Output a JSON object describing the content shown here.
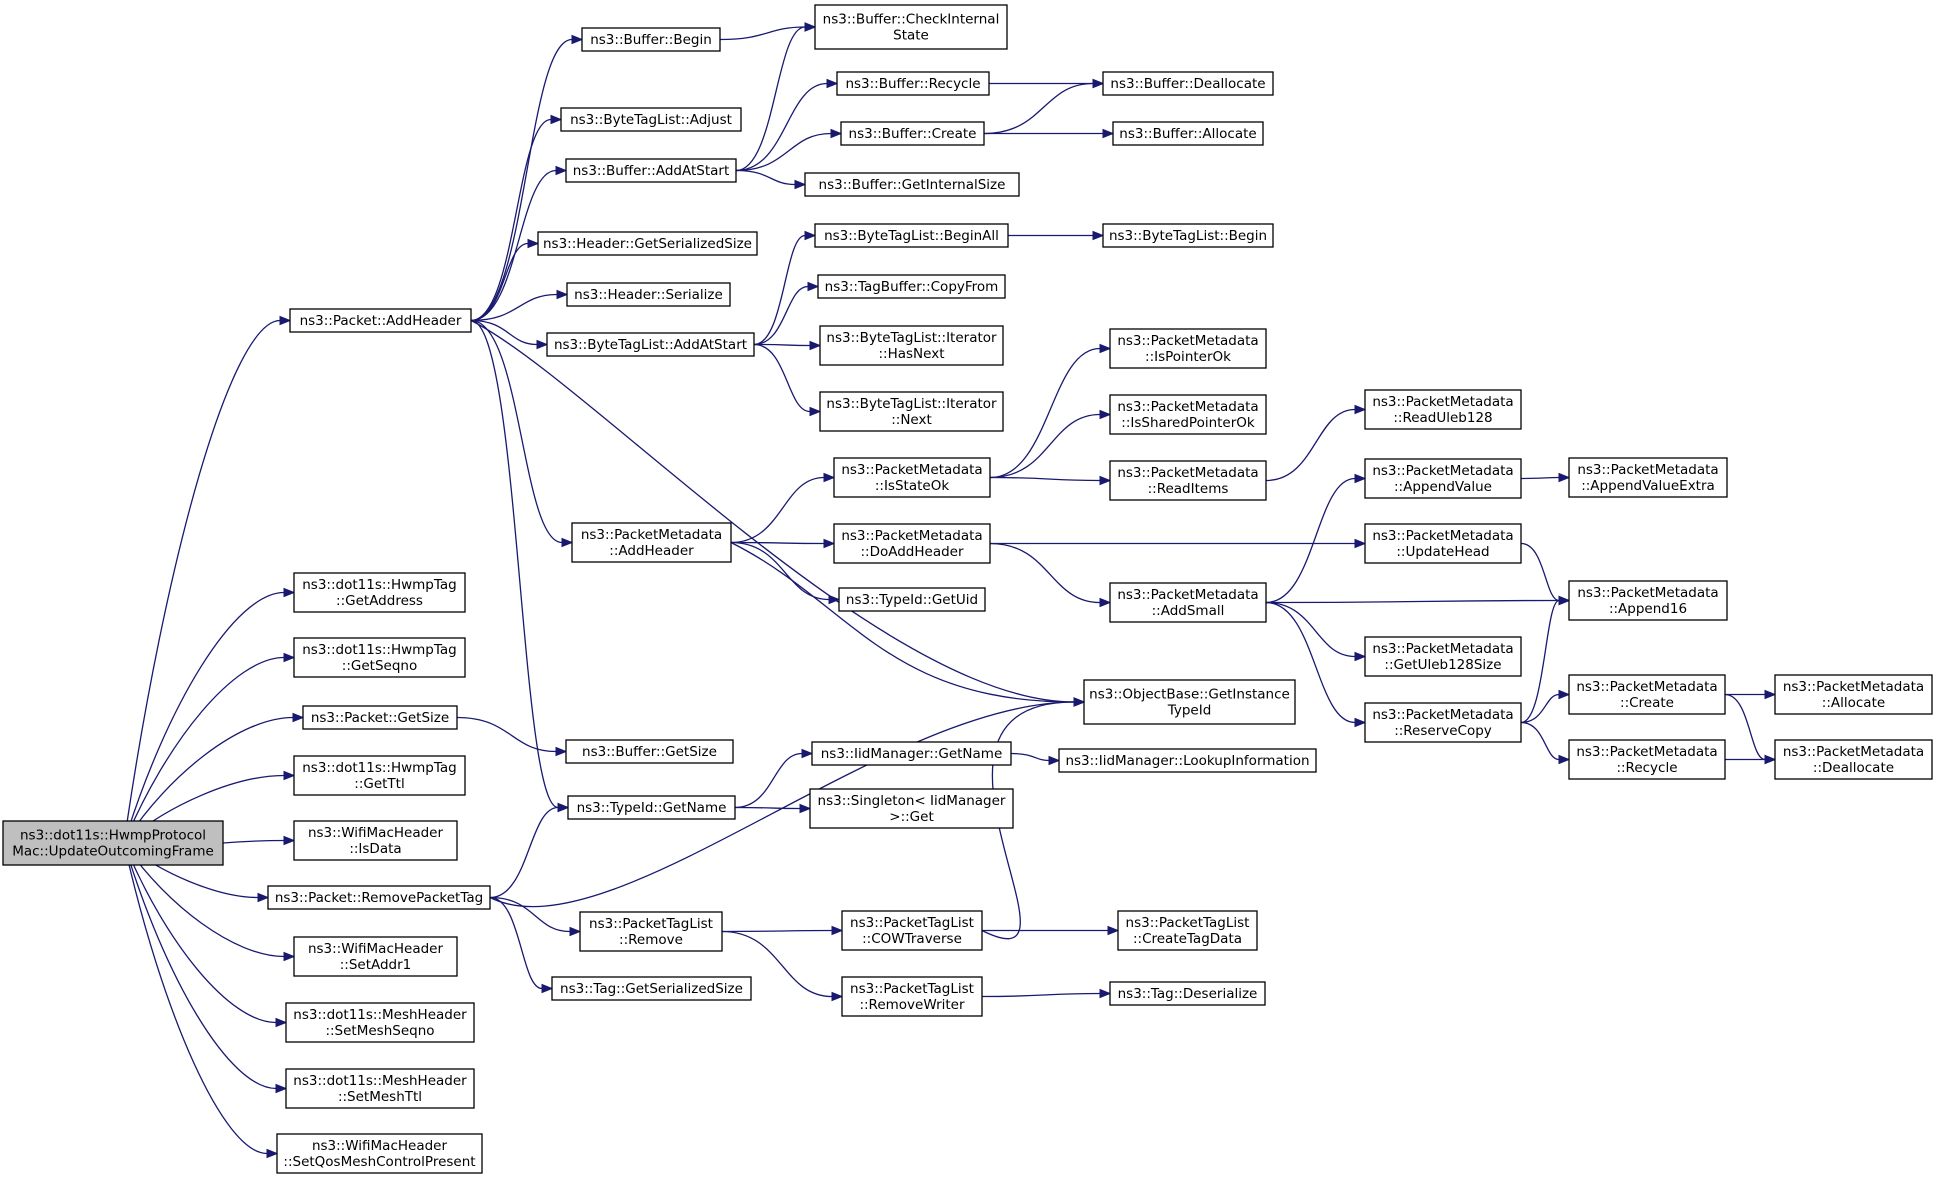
{
  "graph": {
    "root": "n0",
    "nodes": [
      {
        "id": "n0",
        "lines": [
          "ns3::dot11s::HwmpProtocol",
          "Mac::UpdateOutcomingFrame"
        ],
        "kind": "root"
      },
      {
        "id": "n1",
        "lines": [
          "ns3::Packet::AddHeader"
        ]
      },
      {
        "id": "n2",
        "lines": [
          "ns3::dot11s::HwmpTag",
          "::GetAddress"
        ]
      },
      {
        "id": "n3",
        "lines": [
          "ns3::dot11s::HwmpTag",
          "::GetSeqno"
        ]
      },
      {
        "id": "n4",
        "lines": [
          "ns3::Packet::GetSize"
        ]
      },
      {
        "id": "n5",
        "lines": [
          "ns3::dot11s::HwmpTag",
          "::GetTtl"
        ]
      },
      {
        "id": "n6",
        "lines": [
          "ns3::WifiMacHeader",
          "::IsData"
        ]
      },
      {
        "id": "n7",
        "lines": [
          "ns3::Packet::RemovePacketTag"
        ]
      },
      {
        "id": "n8",
        "lines": [
          "ns3::WifiMacHeader",
          "::SetAddr1"
        ]
      },
      {
        "id": "n9",
        "lines": [
          "ns3::dot11s::MeshHeader",
          "::SetMeshSeqno"
        ]
      },
      {
        "id": "n10",
        "lines": [
          "ns3::dot11s::MeshHeader",
          "::SetMeshTtl"
        ]
      },
      {
        "id": "n11",
        "lines": [
          "ns3::WifiMacHeader",
          "::SetQosMeshControlPresent"
        ]
      },
      {
        "id": "n12",
        "lines": [
          "ns3::Buffer::Begin"
        ]
      },
      {
        "id": "n13",
        "lines": [
          "ns3::ByteTagList::Adjust"
        ]
      },
      {
        "id": "n14",
        "lines": [
          "ns3::Buffer::AddAtStart"
        ]
      },
      {
        "id": "n15",
        "lines": [
          "ns3::Header::GetSerializedSize"
        ]
      },
      {
        "id": "n16",
        "lines": [
          "ns3::Header::Serialize"
        ]
      },
      {
        "id": "n17",
        "lines": [
          "ns3::ByteTagList::AddAtStart"
        ]
      },
      {
        "id": "n18",
        "lines": [
          "ns3::PacketMetadata",
          "::AddHeader"
        ]
      },
      {
        "id": "n19",
        "lines": [
          "ns3::Buffer::GetSize"
        ]
      },
      {
        "id": "n20",
        "lines": [
          "ns3::TypeId::GetName"
        ]
      },
      {
        "id": "n21",
        "lines": [
          "ns3::Tag::GetSerializedSize"
        ]
      },
      {
        "id": "n22",
        "lines": [
          "ns3::PacketTagList",
          "::Remove"
        ]
      },
      {
        "id": "n23",
        "lines": [
          "ns3::Buffer::CheckInternal",
          "State"
        ]
      },
      {
        "id": "n24",
        "lines": [
          "ns3::Buffer::Recycle"
        ]
      },
      {
        "id": "n25",
        "lines": [
          "ns3::Buffer::Create"
        ]
      },
      {
        "id": "n26",
        "lines": [
          "ns3::Buffer::GetInternalSize"
        ]
      },
      {
        "id": "n27",
        "lines": [
          "ns3::ByteTagList::BeginAll"
        ]
      },
      {
        "id": "n28",
        "lines": [
          "ns3::TagBuffer::CopyFrom"
        ]
      },
      {
        "id": "n29",
        "lines": [
          "ns3::ByteTagList::Iterator",
          "::HasNext"
        ]
      },
      {
        "id": "n30",
        "lines": [
          "ns3::ByteTagList::Iterator",
          "::Next"
        ]
      },
      {
        "id": "n31",
        "lines": [
          "ns3::PacketMetadata",
          "::IsStateOk"
        ]
      },
      {
        "id": "n32",
        "lines": [
          "ns3::PacketMetadata",
          "::DoAddHeader"
        ]
      },
      {
        "id": "n33",
        "lines": [
          "ns3::TypeId::GetUid"
        ]
      },
      {
        "id": "n34",
        "lines": [
          "ns3::IidManager::GetName"
        ]
      },
      {
        "id": "n35",
        "lines": [
          "ns3::Singleton< IidManager",
          ">::Get"
        ]
      },
      {
        "id": "n36",
        "lines": [
          "ns3::PacketTagList",
          "::COWTraverse"
        ]
      },
      {
        "id": "n37",
        "lines": [
          "ns3::PacketTagList",
          "::RemoveWriter"
        ]
      },
      {
        "id": "n38",
        "lines": [
          "ns3::Buffer::Deallocate"
        ]
      },
      {
        "id": "n39",
        "lines": [
          "ns3::Buffer::Allocate"
        ]
      },
      {
        "id": "n40",
        "lines": [
          "ns3::ByteTagList::Begin"
        ]
      },
      {
        "id": "n41",
        "lines": [
          "ns3::PacketMetadata",
          "::IsPointerOk"
        ]
      },
      {
        "id": "n42",
        "lines": [
          "ns3::PacketMetadata",
          "::IsSharedPointerOk"
        ]
      },
      {
        "id": "n43",
        "lines": [
          "ns3::PacketMetadata",
          "::ReadItems"
        ]
      },
      {
        "id": "n44",
        "lines": [
          "ns3::PacketMetadata",
          "::AddSmall"
        ]
      },
      {
        "id": "n45",
        "lines": [
          "ns3::ObjectBase::GetInstance",
          "TypeId"
        ]
      },
      {
        "id": "n46",
        "lines": [
          "ns3::IidManager::LookupInformation"
        ]
      },
      {
        "id": "n47",
        "lines": [
          "ns3::PacketTagList",
          "::CreateTagData"
        ]
      },
      {
        "id": "n48",
        "lines": [
          "ns3::Tag::Deserialize"
        ]
      },
      {
        "id": "n49",
        "lines": [
          "ns3::PacketMetadata",
          "::ReadUleb128"
        ]
      },
      {
        "id": "n50",
        "lines": [
          "ns3::PacketMetadata",
          "::AppendValue"
        ]
      },
      {
        "id": "n51",
        "lines": [
          "ns3::PacketMetadata",
          "::UpdateHead"
        ]
      },
      {
        "id": "n52",
        "lines": [
          "ns3::PacketMetadata",
          "::GetUleb128Size"
        ]
      },
      {
        "id": "n53",
        "lines": [
          "ns3::PacketMetadata",
          "::ReserveCopy"
        ]
      },
      {
        "id": "n54",
        "lines": [
          "ns3::PacketMetadata",
          "::AppendValueExtra"
        ]
      },
      {
        "id": "n55",
        "lines": [
          "ns3::PacketMetadata",
          "::Append16"
        ]
      },
      {
        "id": "n56",
        "lines": [
          "ns3::PacketMetadata",
          "::Create"
        ]
      },
      {
        "id": "n57",
        "lines": [
          "ns3::PacketMetadata",
          "::Recycle"
        ]
      },
      {
        "id": "n58",
        "lines": [
          "ns3::PacketMetadata",
          "::Allocate"
        ]
      },
      {
        "id": "n59",
        "lines": [
          "ns3::PacketMetadata",
          "::Deallocate"
        ]
      }
    ],
    "edges": [
      [
        "n0",
        "n1"
      ],
      [
        "n0",
        "n2"
      ],
      [
        "n0",
        "n3"
      ],
      [
        "n0",
        "n4"
      ],
      [
        "n0",
        "n5"
      ],
      [
        "n0",
        "n6"
      ],
      [
        "n0",
        "n7"
      ],
      [
        "n0",
        "n8"
      ],
      [
        "n0",
        "n9"
      ],
      [
        "n0",
        "n10"
      ],
      [
        "n0",
        "n11"
      ],
      [
        "n1",
        "n12"
      ],
      [
        "n1",
        "n13"
      ],
      [
        "n1",
        "n14"
      ],
      [
        "n1",
        "n15"
      ],
      [
        "n1",
        "n16"
      ],
      [
        "n1",
        "n17"
      ],
      [
        "n1",
        "n18"
      ],
      [
        "n1",
        "n45"
      ],
      [
        "n1",
        "n20"
      ],
      [
        "n4",
        "n19"
      ],
      [
        "n7",
        "n20"
      ],
      [
        "n7",
        "n45"
      ],
      [
        "n7",
        "n22"
      ],
      [
        "n7",
        "n21"
      ],
      [
        "n14",
        "n23"
      ],
      [
        "n14",
        "n24"
      ],
      [
        "n14",
        "n25"
      ],
      [
        "n14",
        "n26"
      ],
      [
        "n12",
        "n23"
      ],
      [
        "n24",
        "n38"
      ],
      [
        "n25",
        "n38"
      ],
      [
        "n25",
        "n39"
      ],
      [
        "n17",
        "n27"
      ],
      [
        "n17",
        "n28"
      ],
      [
        "n17",
        "n29"
      ],
      [
        "n17",
        "n30"
      ],
      [
        "n27",
        "n40"
      ],
      [
        "n18",
        "n31"
      ],
      [
        "n18",
        "n32"
      ],
      [
        "n18",
        "n33"
      ],
      [
        "n18",
        "n45"
      ],
      [
        "n31",
        "n41"
      ],
      [
        "n31",
        "n42"
      ],
      [
        "n31",
        "n43"
      ],
      [
        "n43",
        "n49"
      ],
      [
        "n32",
        "n51"
      ],
      [
        "n32",
        "n44"
      ],
      [
        "n44",
        "n50"
      ],
      [
        "n44",
        "n55"
      ],
      [
        "n44",
        "n52"
      ],
      [
        "n44",
        "n53"
      ],
      [
        "n50",
        "n54"
      ],
      [
        "n51",
        "n55"
      ],
      [
        "n53",
        "n55"
      ],
      [
        "n53",
        "n56"
      ],
      [
        "n53",
        "n57"
      ],
      [
        "n56",
        "n58"
      ],
      [
        "n56",
        "n59"
      ],
      [
        "n57",
        "n59"
      ],
      [
        "n20",
        "n34"
      ],
      [
        "n20",
        "n35"
      ],
      [
        "n34",
        "n46"
      ],
      [
        "n22",
        "n36"
      ],
      [
        "n22",
        "n37"
      ],
      [
        "n36",
        "n47"
      ],
      [
        "n36",
        "n45"
      ],
      [
        "n37",
        "n48"
      ]
    ]
  }
}
